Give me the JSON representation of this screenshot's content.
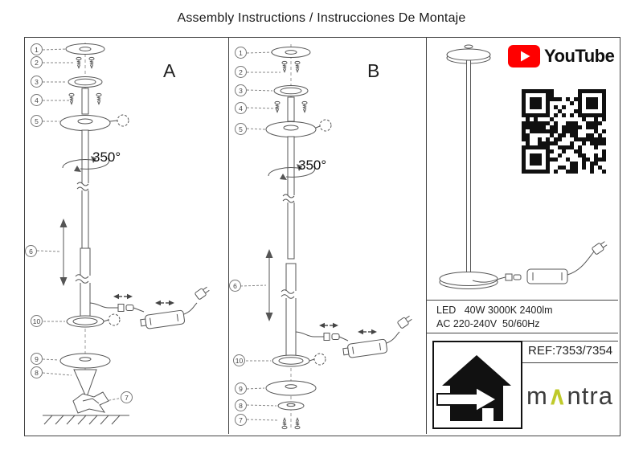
{
  "page": {
    "title": "Assembly Instructions / Instrucciones De Montaje"
  },
  "panels": {
    "a": {
      "label": "A",
      "rotation": "350°"
    },
    "b": {
      "label": "B",
      "rotation": "350°"
    }
  },
  "callouts": {
    "n1": "1",
    "n2": "2",
    "n3": "3",
    "n4": "4",
    "n5": "5",
    "n6": "6",
    "n7": "7",
    "n8": "8",
    "n9": "9",
    "n10": "10"
  },
  "info": {
    "youtube": {
      "label": "YouTube"
    },
    "specs": {
      "line1": "LED   40W 3000K 2400lm",
      "line2": "AC 220-240V  50/60Hz"
    },
    "ref": "REF:7353/7354",
    "brand": {
      "pre": "m",
      "caret": "∧",
      "post": "ntra"
    }
  },
  "colors": {
    "youtube_red": "#ff0000",
    "brand_accent": "#bfca2a",
    "line_gray": "#555555"
  }
}
